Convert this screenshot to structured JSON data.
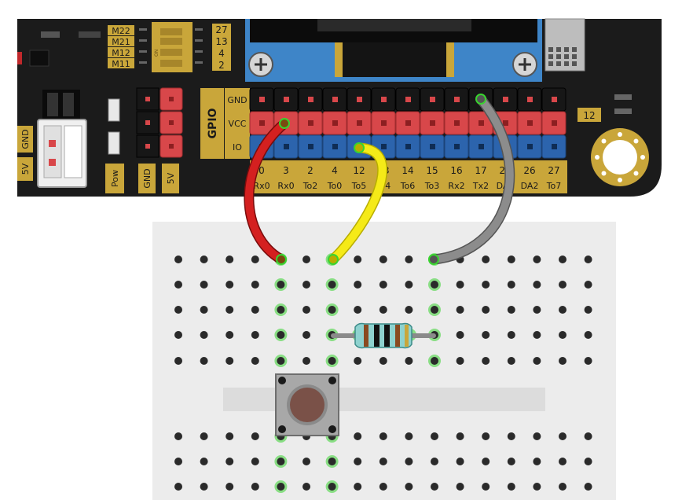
{
  "board": {
    "io_codes": [
      "M22",
      "M21",
      "M12",
      "M11"
    ],
    "io_numbers": [
      "27",
      "13",
      "4",
      "2"
    ],
    "dip_on_label": "ON",
    "rail_labels": {
      "gnd": "GND",
      "vcc": "VCC",
      "io": "IO"
    },
    "gpio_label": "GPIO",
    "pin_numbers": [
      "0",
      "3",
      "2",
      "4",
      "12",
      "13",
      "14",
      "15",
      "16",
      "17",
      "25",
      "26",
      "27"
    ],
    "pin_names": [
      "Rx0",
      "Rx0",
      "To2",
      "To0",
      "To5",
      "To4",
      "To6",
      "To3",
      "Rx2",
      "Tx2",
      "DA1",
      "DA2",
      "To7"
    ],
    "pin_label_12": "12",
    "side_labels": {
      "gnd": "GND",
      "v5": "5V"
    },
    "power_labels": {
      "pow": "Pow",
      "gnd": "GND",
      "v5": "5V"
    }
  },
  "wires": [
    {
      "name": "red-wire",
      "color": "#d42020",
      "edge": "#7a0c0c"
    },
    {
      "name": "yellow-wire",
      "color": "#f5ea18",
      "edge": "#b8ad00"
    },
    {
      "name": "gray-wire",
      "color": "#8c8c8c",
      "edge": "#555555"
    }
  ],
  "colors": {
    "board": "#1a1a1a",
    "label_gold": "#caa73a",
    "gnd_header": "#171717",
    "vcc_header": "#d8474a",
    "io_header": "#2c64ad",
    "breadboard": "#ececec",
    "active_hole": "#39d42f"
  }
}
